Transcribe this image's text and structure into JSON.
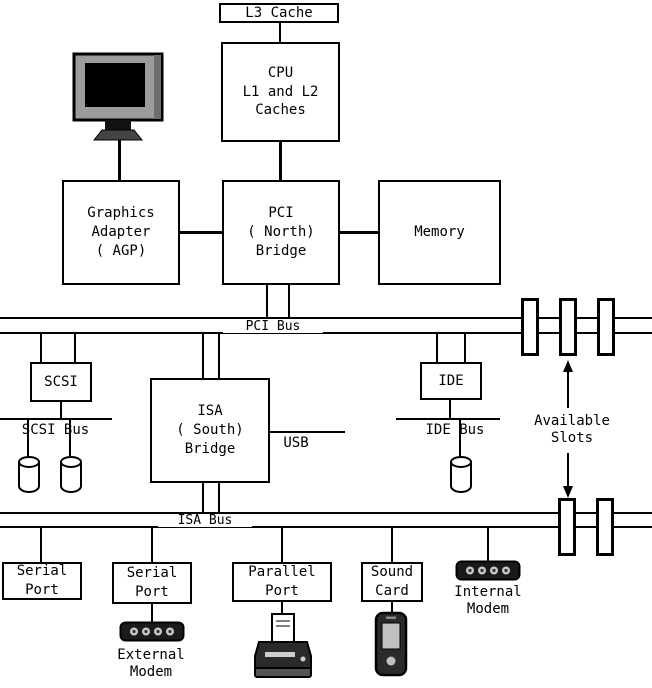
{
  "colors": {
    "background": "#ffffff",
    "line": "#000000",
    "box_fill": "#ffffff",
    "monitor_bezel": "#9c9c9c",
    "device_dark": "#1a1a1a"
  },
  "nodes": {
    "l3_cache": {
      "label": "L3 Cache"
    },
    "cpu": {
      "label": "CPU\nL1 and L2\nCaches"
    },
    "graphics_adapter": {
      "label": "Graphics\nAdapter\n( AGP)"
    },
    "north_bridge": {
      "label": "PCI\n( North)\nBridge"
    },
    "memory": {
      "label": "Memory"
    },
    "scsi": {
      "label": "SCSI"
    },
    "south_bridge": {
      "label": "ISA\n( South)\nBridge"
    },
    "ide": {
      "label": "IDE"
    },
    "serial_port_1": {
      "label": "Serial\nPort"
    },
    "serial_port_2": {
      "label": "Serial\nPort"
    },
    "parallel_port": {
      "label": "Parallel\nPort"
    },
    "sound_card": {
      "label": "Sound\nCard"
    }
  },
  "buses": {
    "pci_bus": "PCI Bus",
    "scsi_bus": "SCSI Bus",
    "usb": "USB",
    "ide_bus": "IDE Bus",
    "isa_bus": "ISA Bus"
  },
  "annotations": {
    "available_slots": "Available\nSlots",
    "internal_modem": "Internal\nModem",
    "external_modem": "External\nModem"
  },
  "icons": {
    "monitor": "monitor-icon",
    "disk_drive": "disk-cylinder-icon",
    "modem": "modem-icon",
    "printer": "printer-icon",
    "cellphone": "cellphone-icon",
    "slot_pointer_up": "arrow-up-icon",
    "slot_pointer_down": "arrow-down-icon"
  }
}
